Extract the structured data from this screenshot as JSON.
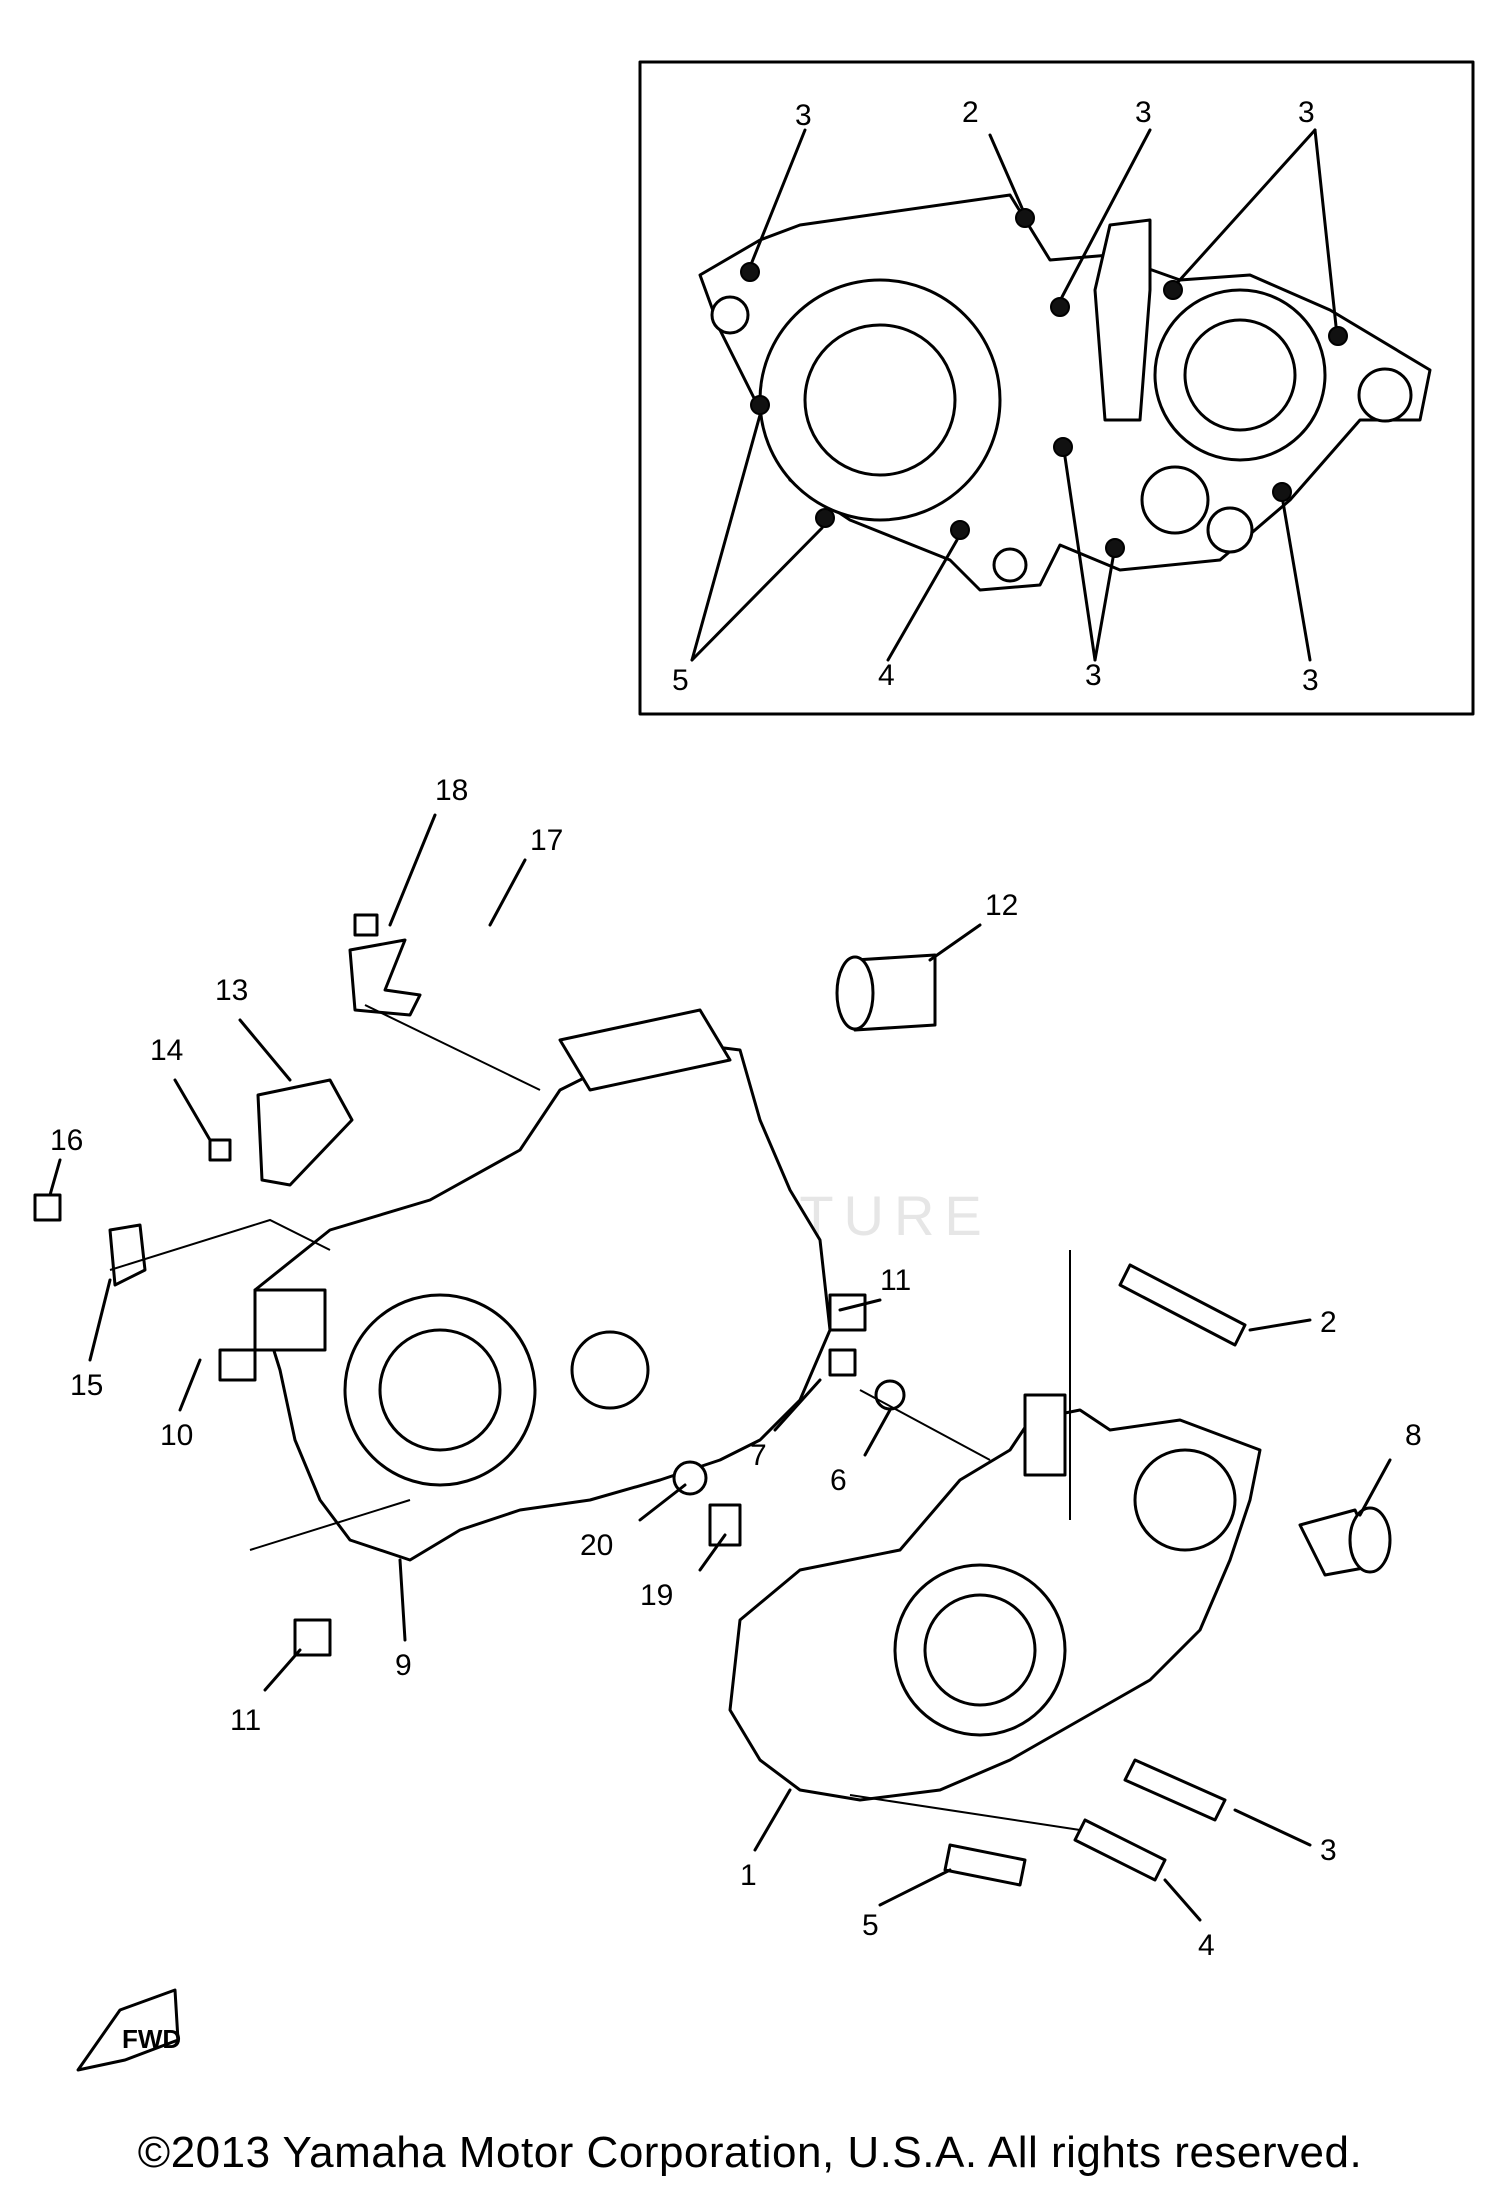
{
  "watermark": "PARTVENTURE",
  "fwd_label": "FWD",
  "copyright": "©2013 Yamaha Motor Corporation, U.S.A. All rights reserved.",
  "inset_callouts": [
    {
      "label": "3"
    },
    {
      "label": "2"
    },
    {
      "label": "3"
    },
    {
      "label": "3"
    },
    {
      "label": "5"
    },
    {
      "label": "4"
    },
    {
      "label": "3"
    },
    {
      "label": "3"
    }
  ],
  "main_callouts": [
    {
      "label": "18"
    },
    {
      "label": "17"
    },
    {
      "label": "12"
    },
    {
      "label": "13"
    },
    {
      "label": "14"
    },
    {
      "label": "16"
    },
    {
      "label": "15"
    },
    {
      "label": "10"
    },
    {
      "label": "11"
    },
    {
      "label": "11"
    },
    {
      "label": "2"
    },
    {
      "label": "7"
    },
    {
      "label": "6"
    },
    {
      "label": "8"
    },
    {
      "label": "20"
    },
    {
      "label": "19"
    },
    {
      "label": "9"
    },
    {
      "label": "1"
    },
    {
      "label": "3"
    },
    {
      "label": "5"
    },
    {
      "label": "4"
    }
  ]
}
